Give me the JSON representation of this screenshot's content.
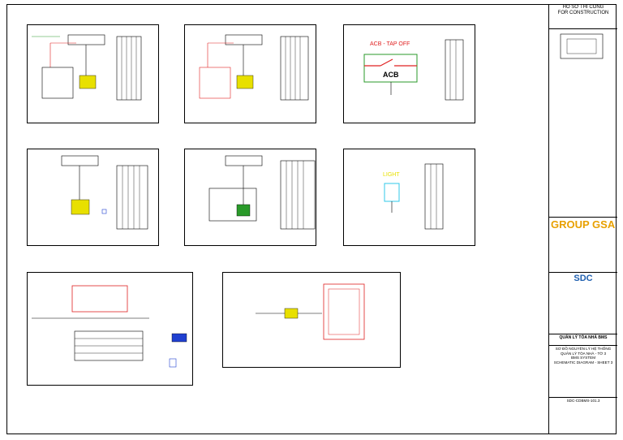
{
  "title_block": {
    "header_line1": "HỒ SƠ THI CÔNG",
    "header_line2": "FOR CONSTRUCTION",
    "company_gsa": "GROUP GSA",
    "company_sdc": "SDC",
    "system_title": "QUẢN LÝ TÒA NHÀ BMS",
    "drawing_title_vn": "SƠ ĐỒ NGUYÊN LÝ HỆ THỐNG QUẢN LÝ TÒA NHÀ - TỜ 3",
    "drawing_title_en1": "BMS SYSTEM",
    "drawing_title_en2": "SCHEMATIC DIAGRAM - SHEET 3",
    "drawing_no": "SDC-CDBMS-101.3"
  },
  "panels": {
    "acb_label": "ACB - TAP OFF",
    "acb_box": "ACB",
    "light_label": "LIGHT"
  },
  "colors": {
    "red": "#e02020",
    "yellow": "#e8e000",
    "green": "#2a9a2a",
    "cyan": "#30c8e8",
    "blue": "#2040d0"
  }
}
